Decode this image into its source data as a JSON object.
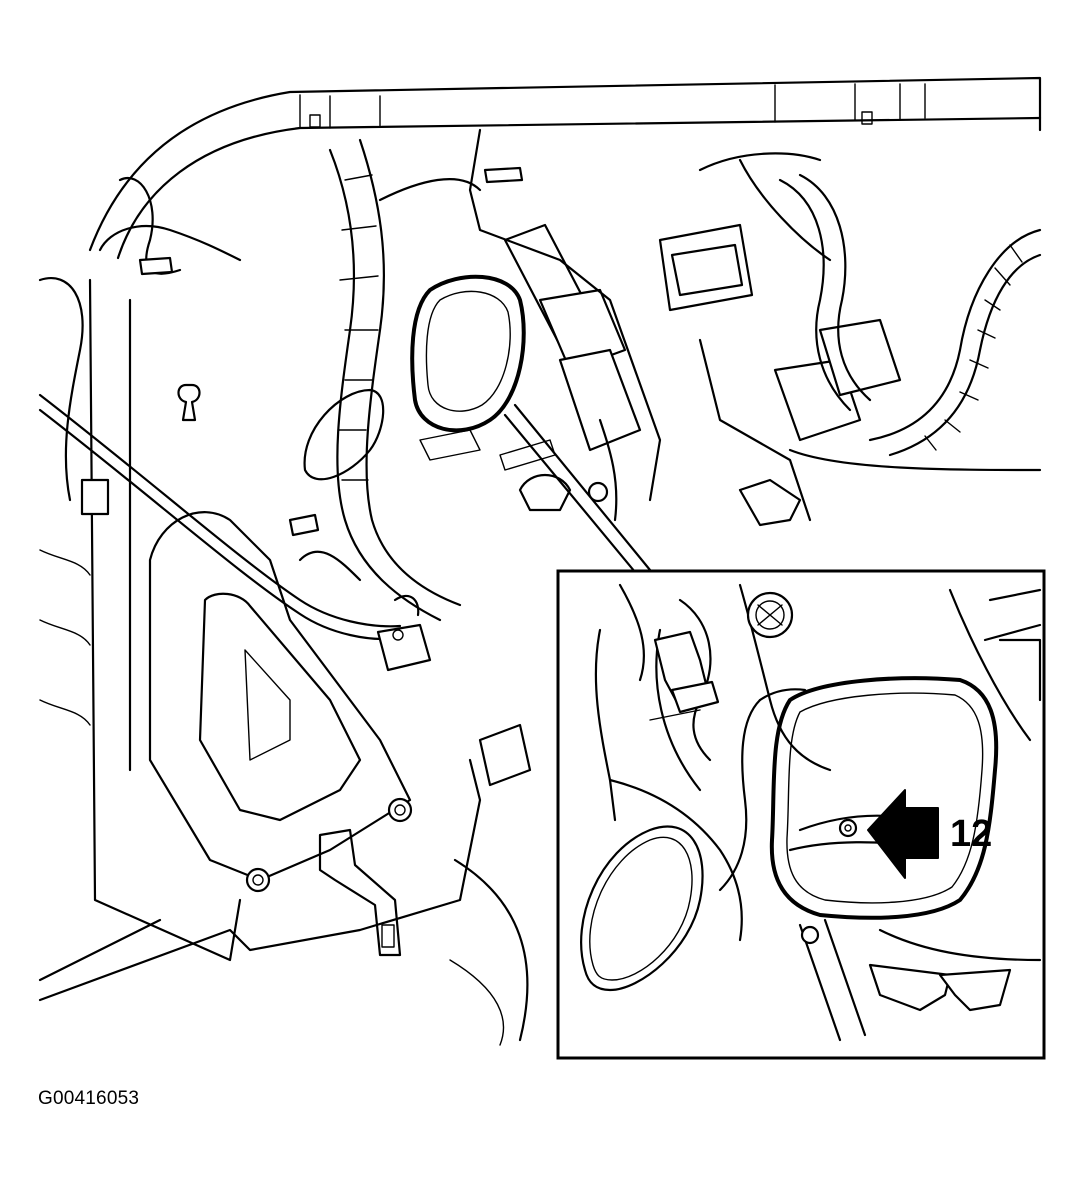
{
  "diagram": {
    "figure_id": "G00416053",
    "callouts": [
      {
        "number": "12",
        "points_to": "fastener-screw"
      }
    ],
    "colors": {
      "line": "#000000",
      "background": "#ffffff"
    }
  }
}
